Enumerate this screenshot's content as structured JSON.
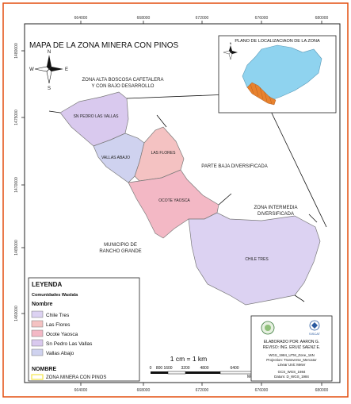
{
  "map": {
    "title": "MAPA DE LA ZONA MINERA CON PINOS",
    "frame_color": "#e34d0e"
  },
  "grid": {
    "x_labels": [
      "664000",
      "668000",
      "672000",
      "676000",
      "680000"
    ],
    "y_labels": [
      "1480000",
      "1475000",
      "1470000",
      "1465000",
      "1460000"
    ]
  },
  "annotations": {
    "zona_alta_line1": "ZONA ALTA BOSCOSA CAFETALERA",
    "zona_alta_line2": "Y CON BAJO DESARROLLO",
    "parte_baja": "PARTE BAJA DIVERSIFICADA",
    "zona_intermedia_line1": "ZONA INTERMEDIA",
    "zona_intermedia_line2": "DIVERSIFICADA",
    "municipio_line1": "MUNICIPIO DE",
    "municipio_line2": "RANCHO GRANDE"
  },
  "communities": [
    {
      "name": "SN PEDRO LAS VALLAS",
      "legend": "Sn Pedro Las Vallas",
      "color": "#d9c9ee"
    },
    {
      "name": "VALLAS ABAJO",
      "legend": "Vallas Abajo",
      "color": "#cfd2ef"
    },
    {
      "name": "LAS FLORES",
      "legend": "Las Flores",
      "color": "#f4c2c2"
    },
    {
      "name": "OCOTE YAOSCA",
      "legend": "Ocote Yaosca",
      "color": "#f3b8c5"
    },
    {
      "name": "CHILE TRES",
      "legend": "Chile Tres",
      "color": "#dcd2f2"
    }
  ],
  "inset": {
    "title": "PLANO DE LOCALIZACIAON DE LA ZONA",
    "region_color": "#8fd3ef",
    "zone_color": "#e8822e"
  },
  "legend": {
    "heading": "LEYENDA",
    "subheading": "Comunidades Waslala",
    "nombre_label": "Nombre",
    "order": [
      "Chile Tres",
      "Las Flores",
      "Ocote Yaosca",
      "Sn Pedro Las Vallas",
      "Vallas Abajo"
    ],
    "nombre2_label": "NOMBRE",
    "zona_label": "ZONA MINERA CON PINOS",
    "zona_color": "#f2e64a"
  },
  "scale": {
    "text": "1 cm = 1 km",
    "ticks": [
      "0",
      "800",
      "1600",
      "3200",
      "4800",
      "6400"
    ],
    "unit": "Meters"
  },
  "credits": {
    "logo_right_label": "SISCAT",
    "elaborado": "ELABORADO POR: AARON G.",
    "reviso": "REVISO: ING. ERUIZ SAENZ E.",
    "proj1": "WGS_1984_UTM_Zone_16N",
    "proj2": "Projection: Transverse_Mercator",
    "proj3": "Linear Unit: Meter",
    "gcs1": "GCS_WGS_1984",
    "gcs2": "Datum: D_WGS_1984"
  }
}
